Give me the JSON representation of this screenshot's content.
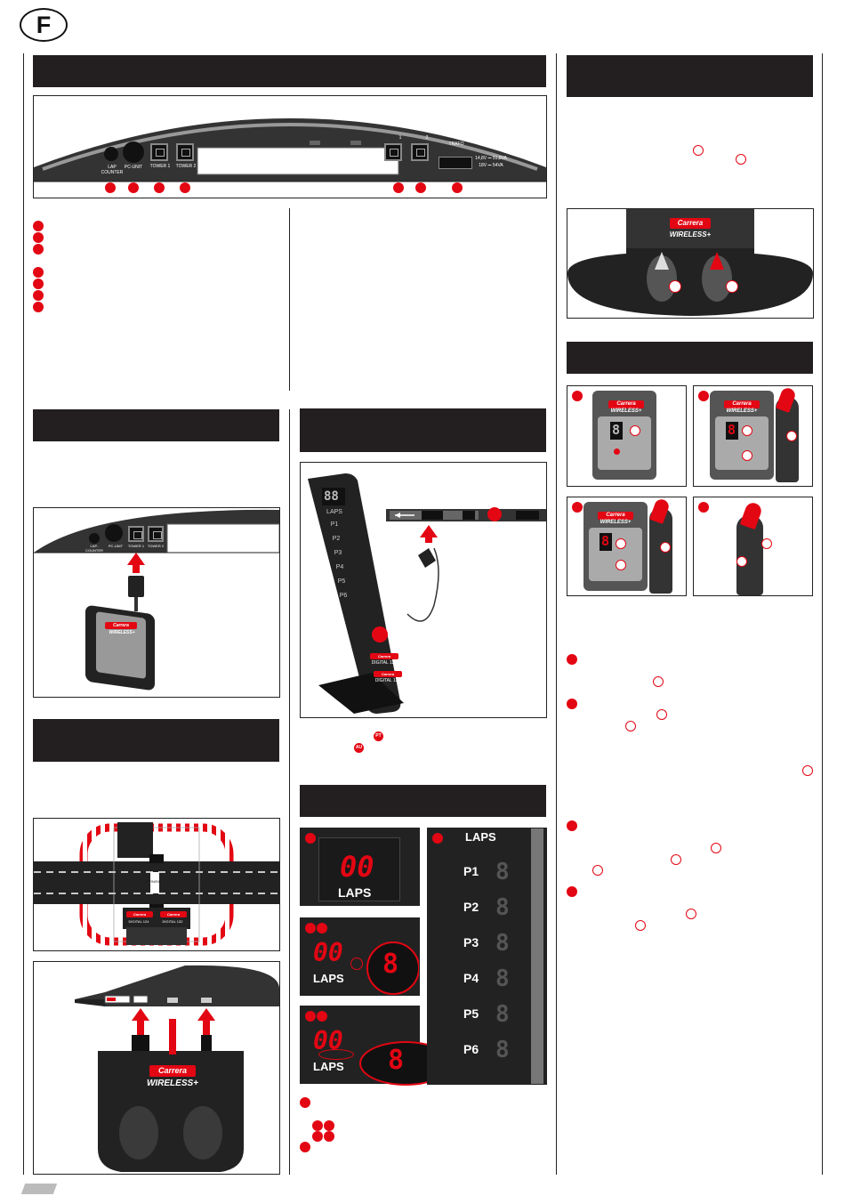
{
  "lang_badge": "F",
  "control_unit": {
    "lap_counter": "LAP\nCOUNTER",
    "pc_unit": "PC-UNIT",
    "tower1": "TOWER 1",
    "tower2": "TOWER 2",
    "port1": "1",
    "port2": "2",
    "trafo": "TRAFO",
    "power1": "14,8V ⎓ 51,8VA",
    "power2": "18V ⎓ 54VA"
  },
  "small_panel": {
    "lap_counter": "LAP-\nCOUNTER",
    "pc_unit": "PC-UNIT",
    "tower1": "TOWER 1",
    "tower2": "TOWER 2"
  },
  "brand": {
    "carrera": "Carrera",
    "wireless": "WIRELESS+"
  },
  "tower": {
    "display": "88",
    "laps": "LAPS",
    "rows": [
      "P1",
      "P2",
      "P3",
      "P4",
      "P5",
      "P6"
    ],
    "logo1": "DIGITAL 124",
    "logo2": "DIGITAL 132"
  },
  "tags": {
    "pt": "PT",
    "au": "AU"
  },
  "track": {
    "logo1": "DIGITAL 124",
    "logo2": "DIGITAL 132",
    "logo_top": "WIRELESS",
    "finish": "FINISH"
  },
  "laps_panel": {
    "big_digits": "00",
    "laps": "LAPS",
    "small_digits": "00",
    "small_digits2": "00",
    "right_title": "LAPS",
    "positions": [
      "P1",
      "P2",
      "P3",
      "P4",
      "P5",
      "P6"
    ],
    "pos_digit": "8"
  },
  "controller": {
    "digit": "8"
  }
}
